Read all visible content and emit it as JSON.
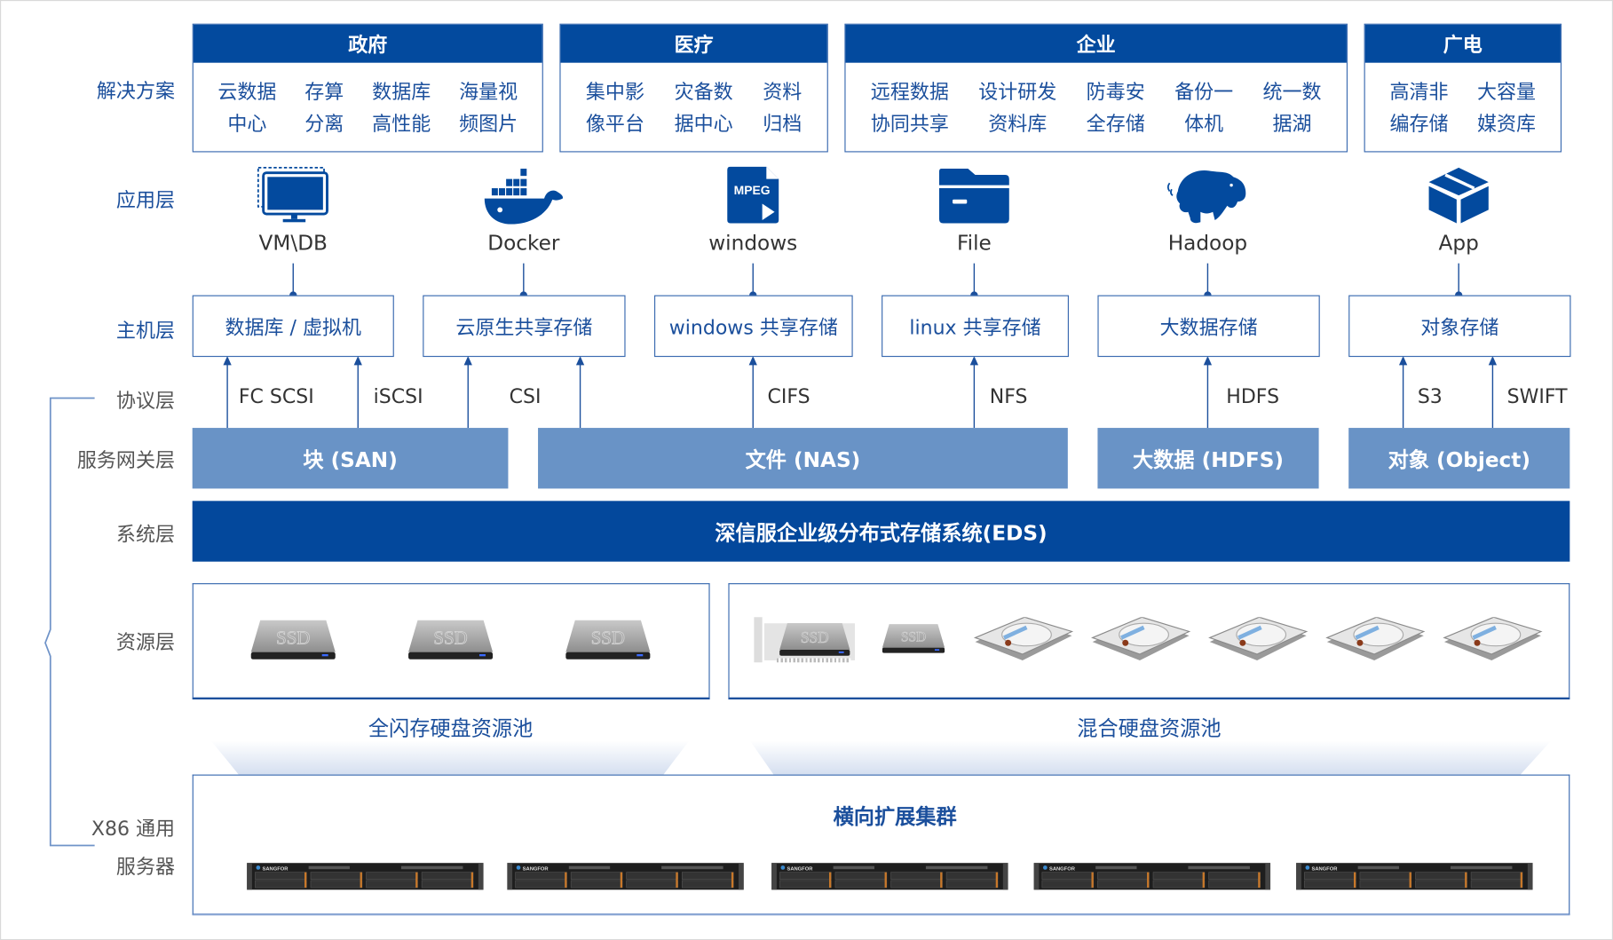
{
  "colors": {
    "primary": "#034a9e",
    "gateway": "#6993c6",
    "label_blue": "#1b4f9c",
    "label_gray": "#555555"
  },
  "layers": {
    "solutions": "解决方案",
    "application": "应用层",
    "host": "主机层",
    "protocol": "协议层",
    "gateway": "服务网关层",
    "system": "系统层",
    "resource": "资源层",
    "server_line1": "X86 通用",
    "server_line2": "服务器"
  },
  "solutions": [
    {
      "title": "政府",
      "items": [
        "云数据\n中心",
        "存算\n分离",
        "数据库\n高性能",
        "海量视\n频图片"
      ]
    },
    {
      "title": "医疗",
      "items": [
        "集中影\n像平台",
        "灾备数\n据中心",
        "资料\n归档"
      ]
    },
    {
      "title": "企业",
      "items": [
        "远程数据\n协同共享",
        "设计研发\n资料库",
        "防毒安\n全存储",
        "备份一\n体机",
        "统一数\n据湖"
      ]
    },
    {
      "title": "广电",
      "items": [
        "高清非\n编存储",
        "大容量\n媒资库"
      ]
    }
  ],
  "apps": [
    {
      "name": "VM\\DB",
      "icon": "monitor-icon"
    },
    {
      "name": "Docker",
      "icon": "docker-whale-icon"
    },
    {
      "name": "windows",
      "icon": "mpeg-file-icon",
      "badge": "MPEG"
    },
    {
      "name": "File",
      "icon": "folder-icon"
    },
    {
      "name": "Hadoop",
      "icon": "hadoop-elephant-icon"
    },
    {
      "name": "App",
      "icon": "box-icon"
    }
  ],
  "hosts": [
    "数据库 / 虚拟机",
    "云原生共享存储",
    "windows 共享存储",
    "linux 共享存储",
    "大数据存储",
    "对象存储"
  ],
  "protocols": [
    "FC SCSI",
    "iSCSI",
    "CSI",
    "CIFS",
    "NFS",
    "HDFS",
    "S3",
    "SWIFT"
  ],
  "gateways": [
    "块 (SAN)",
    "文件 (NAS)",
    "大数据 (HDFS)",
    "对象 (Object)"
  ],
  "system": "深信服企业级分布式存储系统(EDS)",
  "pools": {
    "all_flash": "全闪存硬盘资源池",
    "hybrid": "混合硬盘资源池"
  },
  "cluster": {
    "title": "横向扩展集群",
    "server_brand": "SANGFOR"
  }
}
